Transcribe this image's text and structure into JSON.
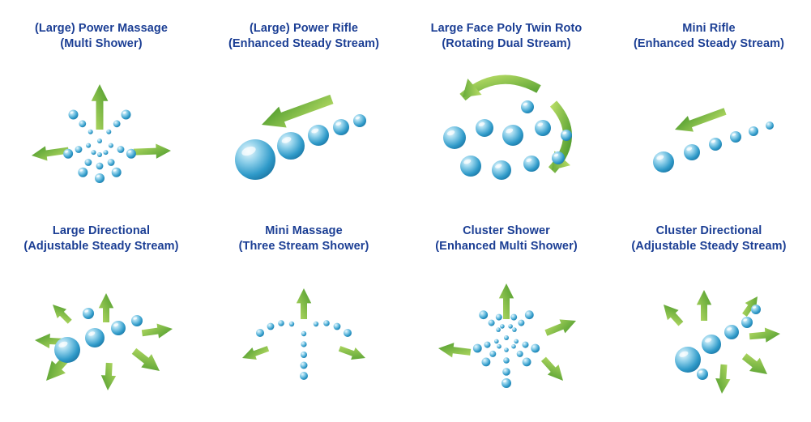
{
  "diagram": {
    "kind": "shower-jet-pattern-chart",
    "cells": [
      {
        "title": "(Large) Power Massage",
        "subtitle": "(Multi Shower)",
        "illustration": "power-massage"
      },
      {
        "title": "(Large) Power Rifle",
        "subtitle": "(Enhanced Steady Stream)",
        "illustration": "power-rifle"
      },
      {
        "title": "Large Face Poly Twin Roto",
        "subtitle": "(Rotating Dual Stream)",
        "illustration": "twin-roto"
      },
      {
        "title": "Mini Rifle",
        "subtitle": "(Enhanced Steady Stream)",
        "illustration": "mini-rifle"
      },
      {
        "title": "Large Directional",
        "subtitle": "(Adjustable Steady Stream)",
        "illustration": "large-directional"
      },
      {
        "title": "Mini Massage",
        "subtitle": "(Three Stream Shower)",
        "illustration": "mini-massage"
      },
      {
        "title": "Cluster Shower",
        "subtitle": "(Enhanced Multi Shower)",
        "illustration": "cluster-shower"
      },
      {
        "title": "Cluster Directional",
        "subtitle": "(Adjustable Steady Stream)",
        "illustration": "cluster-directional"
      }
    ]
  },
  "colors": {
    "title_text": "#1b3e94",
    "background": "#ffffff",
    "sphere_highlight": "#eaf8fd",
    "sphere_light": "#8fd0ea",
    "sphere_mid": "#2f9ac9",
    "sphere_dark": "#11628f",
    "arrow_light": "#b9dd66",
    "arrow_dark": "#4a992b"
  },
  "icon_legend": {
    "blue-sphere-icon": "water droplet / stream dot",
    "green-arrow-icon": "spray direction arrow",
    "green-curved-arrow-icon": "rotation direction arrow"
  }
}
